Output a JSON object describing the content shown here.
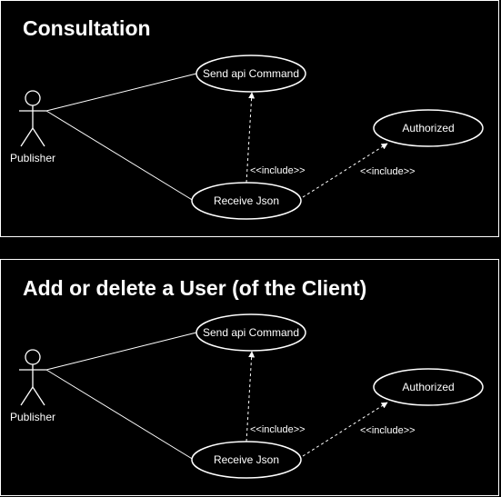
{
  "colors": {
    "background": "#000000",
    "foreground": "#ffffff"
  },
  "diagrams": [
    {
      "title": "Consultation",
      "actor": "Publisher",
      "use_cases": {
        "send": "Send api Command",
        "receive": "Receive Json",
        "authorized": "Authorized"
      },
      "relations": {
        "include_send": "<<include>>",
        "include_authorized": "<<include>>"
      }
    },
    {
      "title": "Add or delete a User (of the Client)",
      "actor": "Publisher",
      "use_cases": {
        "send": "Send api Command",
        "receive": "Receive Json",
        "authorized": "Authorized"
      },
      "relations": {
        "include_send": "<<include>>",
        "include_authorized": "<<include>>"
      }
    }
  ]
}
